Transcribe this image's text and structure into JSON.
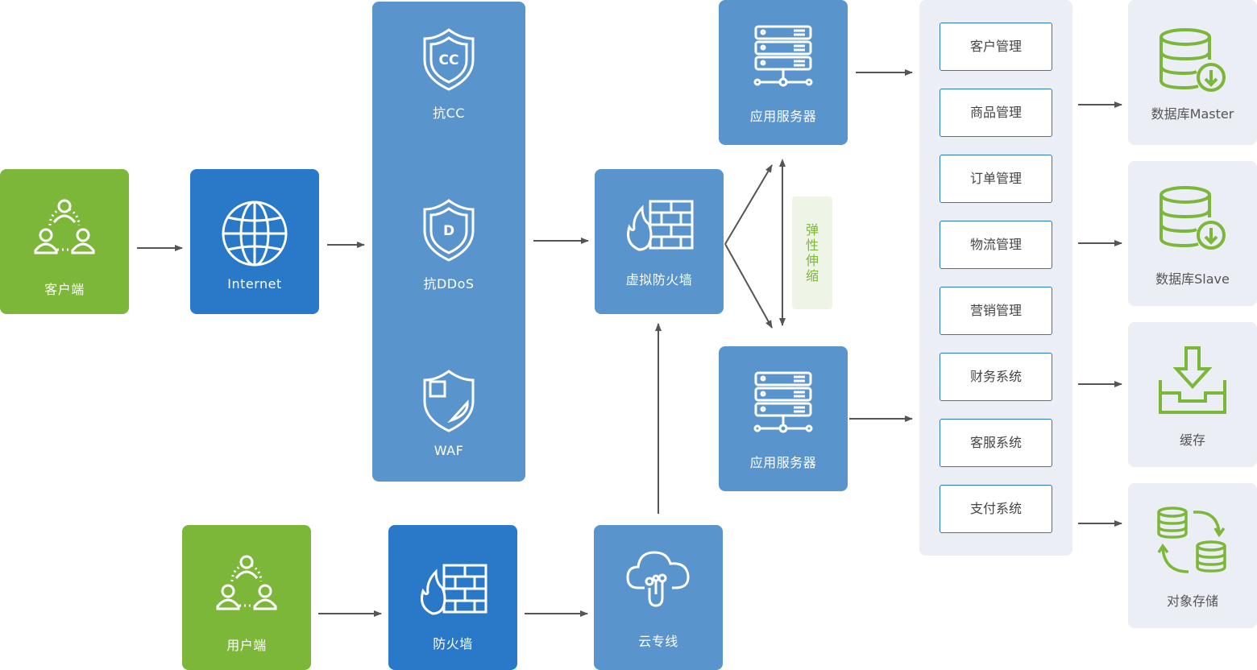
{
  "nodes": {
    "client": "客户端",
    "internet": "Internet",
    "anti_cc": "抗CC",
    "anti_ddos": "抗DDoS",
    "waf": "WAF",
    "virtual_firewall": "虚拟防火墙",
    "app_server_top": "应用服务器",
    "app_server_bottom": "应用服务器",
    "user": "用户端",
    "firewall": "防火墙",
    "cloud_line": "云专线",
    "elastic_scaling": [
      "弹",
      "性",
      "伸",
      "缩"
    ]
  },
  "modules": [
    "客户管理",
    "商品管理",
    "订单管理",
    "物流管理",
    "营销管理",
    "财务系统",
    "客服系统",
    "支付系统"
  ],
  "storage": {
    "db_master": "数据库Master",
    "db_slave": "数据库Slave",
    "cache": "缓存",
    "object_storage": "对象存储"
  },
  "colors": {
    "green": "#7cb739",
    "blue": "#2a78c8",
    "light_blue": "#5a94cc",
    "panel_gray": "#ebeef5",
    "arrow": "#555555"
  }
}
